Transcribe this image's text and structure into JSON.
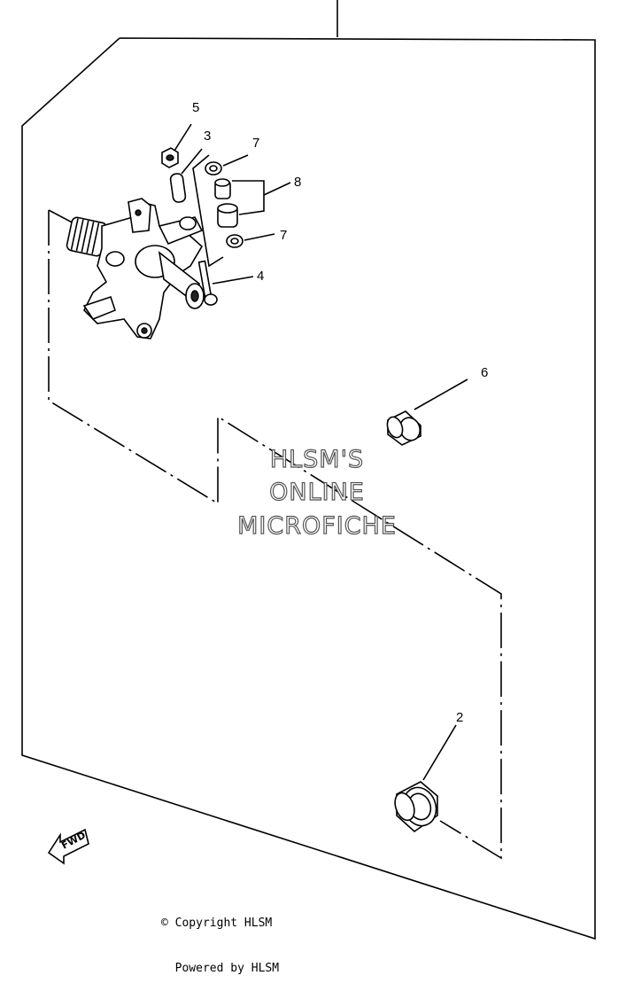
{
  "callouts": {
    "c2": "2",
    "c3": "3",
    "c4": "4",
    "c5": "5",
    "c6": "6",
    "c7a": "7",
    "c7b": "7",
    "c8": "8"
  },
  "watermark": {
    "line1": "HLSM'S",
    "line2": "ONLINE",
    "line3": "MICROFICHE"
  },
  "fwd_label": "FWD",
  "footer": {
    "copyright": "© Copyright HLSM",
    "powered": "  Powered by HLSM"
  }
}
